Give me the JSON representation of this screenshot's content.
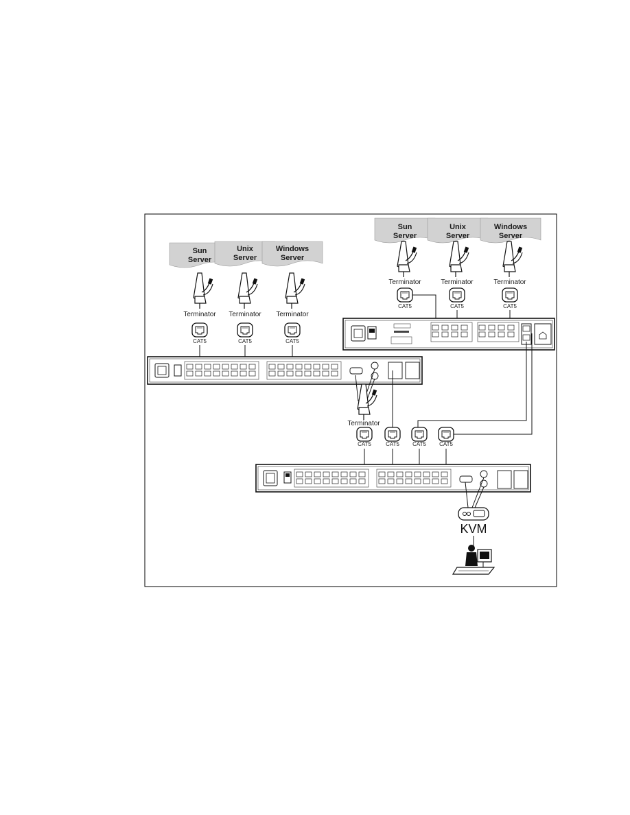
{
  "servers": {
    "sun_line1": "Sun",
    "sun_line2": "Server",
    "unix_line1": "Unix",
    "unix_line2": "Server",
    "windows_line1": "Windows",
    "windows_line2": "Server"
  },
  "labels": {
    "terminator": "Terminator",
    "cat5": "CAT5",
    "kvm": "KVM"
  },
  "colors": {
    "server_box": "#d2d2d2",
    "frame": "#000000",
    "device_outline": "#222222"
  },
  "icons": {
    "server": "server-box-icon",
    "terminator": "terminator-adapter-icon",
    "rj45": "rj45-jack-icon",
    "kvm_station": "kvm-workstation-icon"
  }
}
